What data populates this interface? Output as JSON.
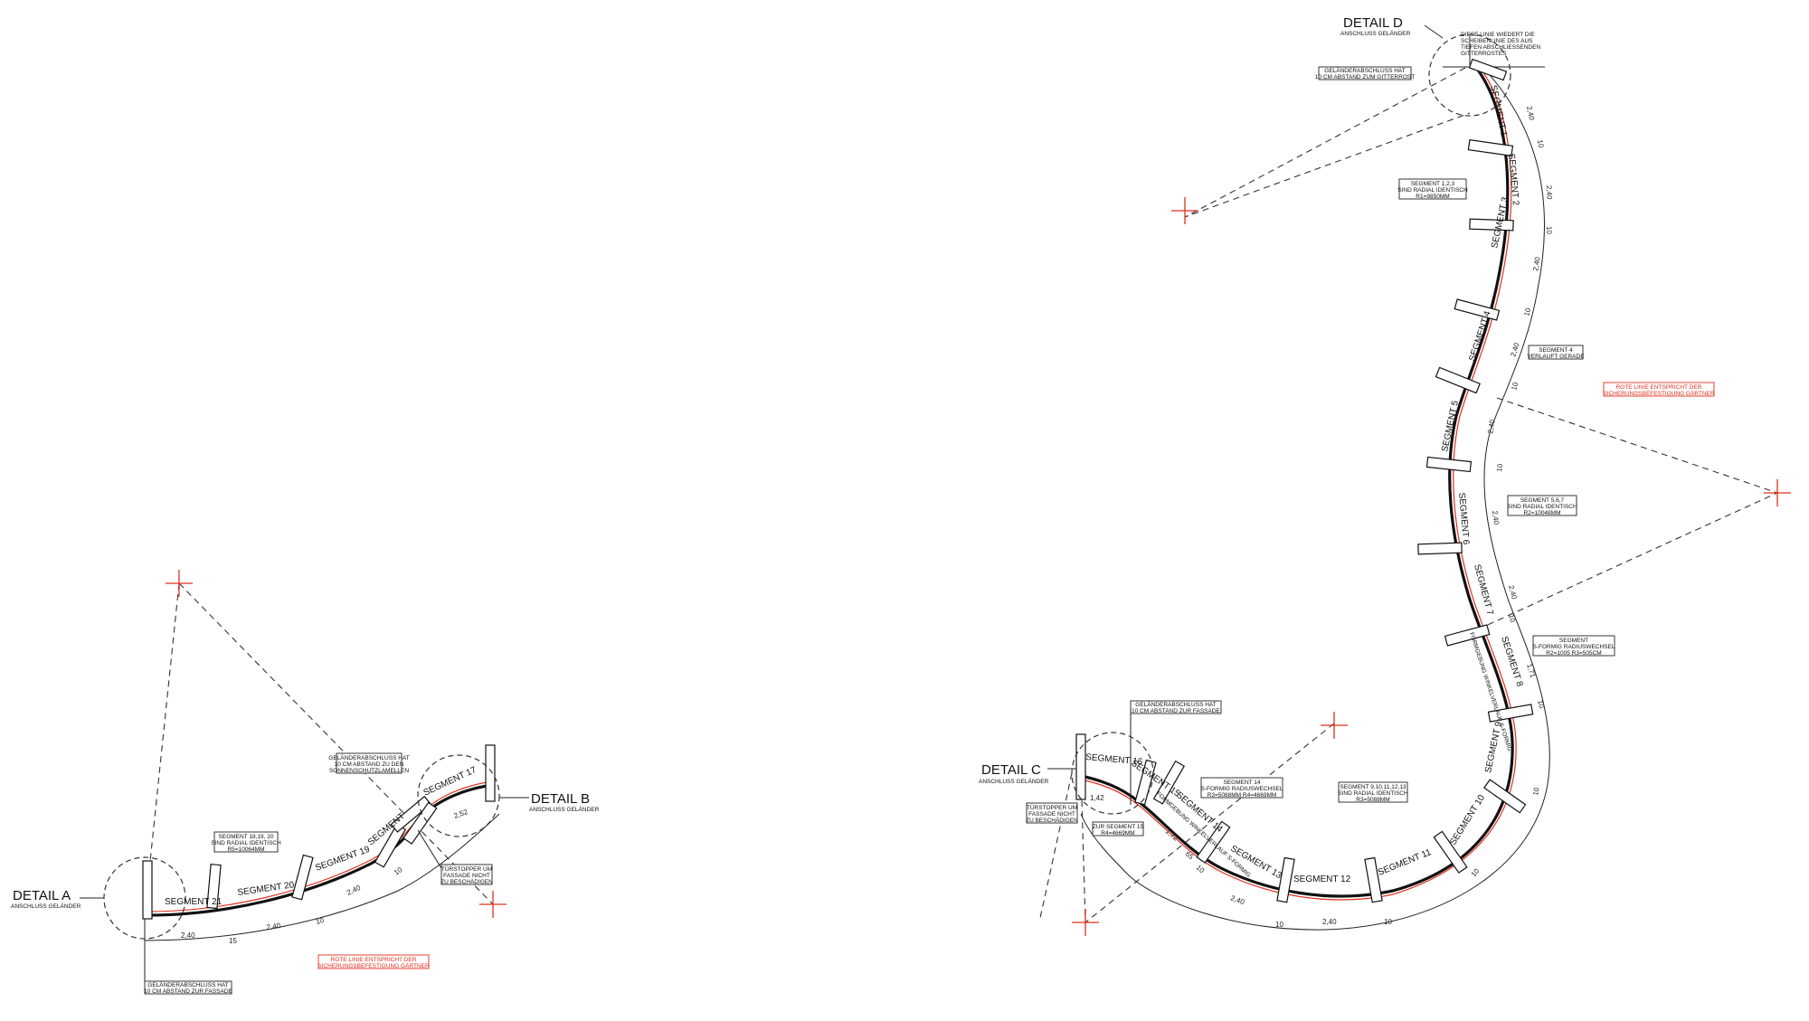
{
  "details": {
    "a": {
      "title": "DETAIL    A",
      "sub": "ANSCHLUSS GELÄNDER"
    },
    "b": {
      "title": "DETAIL    B",
      "sub": "ANSCHLUSS GELÄNDER"
    },
    "c": {
      "title": "DETAIL    C",
      "sub": "ANSCHLUSS GELÄNDER"
    },
    "d": {
      "title": "DETAIL    D",
      "sub": "ANSCHLUSS GELÄNDER"
    }
  },
  "segments": {
    "s1": "SEGMENT 1",
    "s2": "SEGMENT 2",
    "s3": "SEGMENT 3",
    "s4": "SEGMENT 4",
    "s5": "SEGMENT 5",
    "s6": "SEGMENT 6",
    "s7": "SEGMENT 7",
    "s8": "SEGMENT 8",
    "s9": "SEGMENT 9",
    "s10": "SEGMENT 10",
    "s11": "SEGMENT 11",
    "s12": "SEGMENT 12",
    "s13": "SEGMENT 13",
    "s14": "SEGMENT 14",
    "s15": "SEGMENT 15",
    "s16": "SEGMENT 16",
    "s17": "SEGMENT 17",
    "s19": "SEGMENT 19",
    "s20": "SEGMENT 20",
    "s21": "SEGMENT 21",
    "s18": "SEGMENT"
  },
  "notes": {
    "seg123": [
      "SEGMENT 1,2,3",
      "SIND RADIAL IDENTISCH",
      "R1=9850MM"
    ],
    "seg4": [
      "SEGMENT 4",
      "VERLAUFT GERADE"
    ],
    "seg567": [
      "SEGMENT 5,6,7",
      "SIND RADIAL IDENTISCH",
      "R2=10048MM"
    ],
    "seg8": [
      "SEGMENT",
      "S-FORMIG RADIUSWECHSEL",
      "R2=1005   R3=505CM"
    ],
    "seg9_13": [
      "SEGMENT 9,10,11,12,13",
      "SIND RADIAL IDENTISCH",
      "R3=5088MM"
    ],
    "seg14": [
      "SEGMENT 14",
      "S-FORMIG RADIUSWECHSEL",
      "R3=5088MM   R4=4669MM"
    ],
    "seg15": [
      "ZUR SEGMENT 15",
      "R4=4669MM"
    ],
    "seg18_20": [
      "SEGMENT 18,19, 20",
      "SIND RADIAL IDENTISCH",
      "R5=10064MM"
    ],
    "detail_d_top": [
      "DIESE LINIE WIEDERT DIE",
      "SCHEIBENLINIE DES AUS",
      "TIEFEN ABSCHLIESSENDEN",
      "GITTERROSTES"
    ],
    "gel_d": [
      "GELÄNDERABSCHLUSS HAT",
      "10 CM ABSTAND ZUM GITTERROST"
    ],
    "gel_c": [
      "GELÄNDERABSCHLUSS HAT",
      "10 CM ABSTAND ZUR FASSADE"
    ],
    "gel_b": [
      "GELÄNDERABSCHLUSS HAT",
      "10 CM ABSTAND ZU DEN",
      "SONNENSCHUTZLAMELLEN"
    ],
    "gel_a": [
      "GELÄNDERABSCHLUSS HAT",
      "10 CM ABSTAND ZUR FASSADE"
    ],
    "tuer_b": [
      "TÜRSTOPPER UM",
      "FASSADE NICHT",
      "ZU BESCHÄDIGEN"
    ],
    "tuer_c": [
      "TÜRSTOPPER UM",
      "FASSADE NICHT",
      "ZU BESCHÄDIGEN"
    ],
    "red_right": [
      "ROTE LINIE ENTSPRICHT DER",
      "SICHERUNGSBEFESTIGUNG GÄRTNER"
    ],
    "red_left": [
      "ROTE LINIE ENTSPRICHT DER",
      "SICHERUNGSBEFESTIGUNG GÄRTNER"
    ],
    "vertical_s8": "FORMGEBUNG WINKELVERLAUF S-FORMIG",
    "vertical_s14": "FORMGEBUNG WINKELVERLAUF S-FORMIG"
  },
  "dims": {
    "d240": "2,40",
    "d10": "10",
    "d252": "2,52",
    "d171": "1,71",
    "d142": "1,42",
    "d172": "1,72",
    "d65": "65",
    "d15": "15"
  },
  "colors": {
    "red": "#e0301e",
    "line": "#111111"
  }
}
